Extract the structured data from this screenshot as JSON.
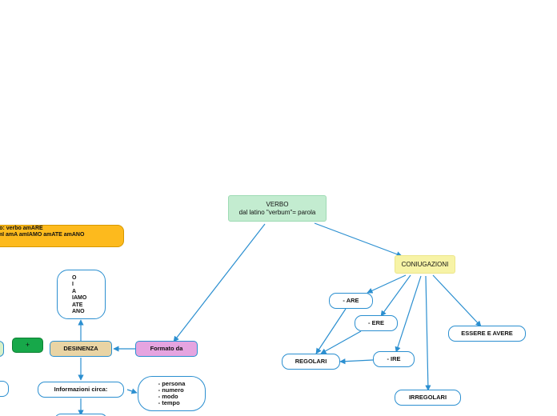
{
  "root": {
    "line1": "VERBO",
    "line2": "dal latino \"verbum\"= parola"
  },
  "coniugazioni": "CONIUGAZIONI",
  "are": "- ARE",
  "ere": "- ERE",
  "ire": "- IRE",
  "regolari": "REGOLARI",
  "irregolari": "IRREGOLARI",
  "essere_avere": "ESSERE E AVERE",
  "formato_da": "Formato da",
  "desinenza": "DESINENZA",
  "plus": "+",
  "endings": [
    "O",
    "I",
    "A",
    "IAMO",
    "ATE",
    "ANO"
  ],
  "esempio": {
    "line1": "pio: verbo amARE",
    "line2": "amI amA amIAMO amATE amANO"
  },
  "informazioni": "Informazioni circa:",
  "info_items": [
    "- persona",
    "- numero",
    "- modo",
    "- tempo"
  ],
  "colors": {
    "connector": "#2b8fd0",
    "root_fill": "#c3ecd0",
    "coniugazioni_fill": "#f7f3a6",
    "formato_fill": "#e5a4e0",
    "desinenza_fill": "#e9d4a4",
    "plus_fill": "#17a84a",
    "esempio_fill": "#fdba1d"
  }
}
